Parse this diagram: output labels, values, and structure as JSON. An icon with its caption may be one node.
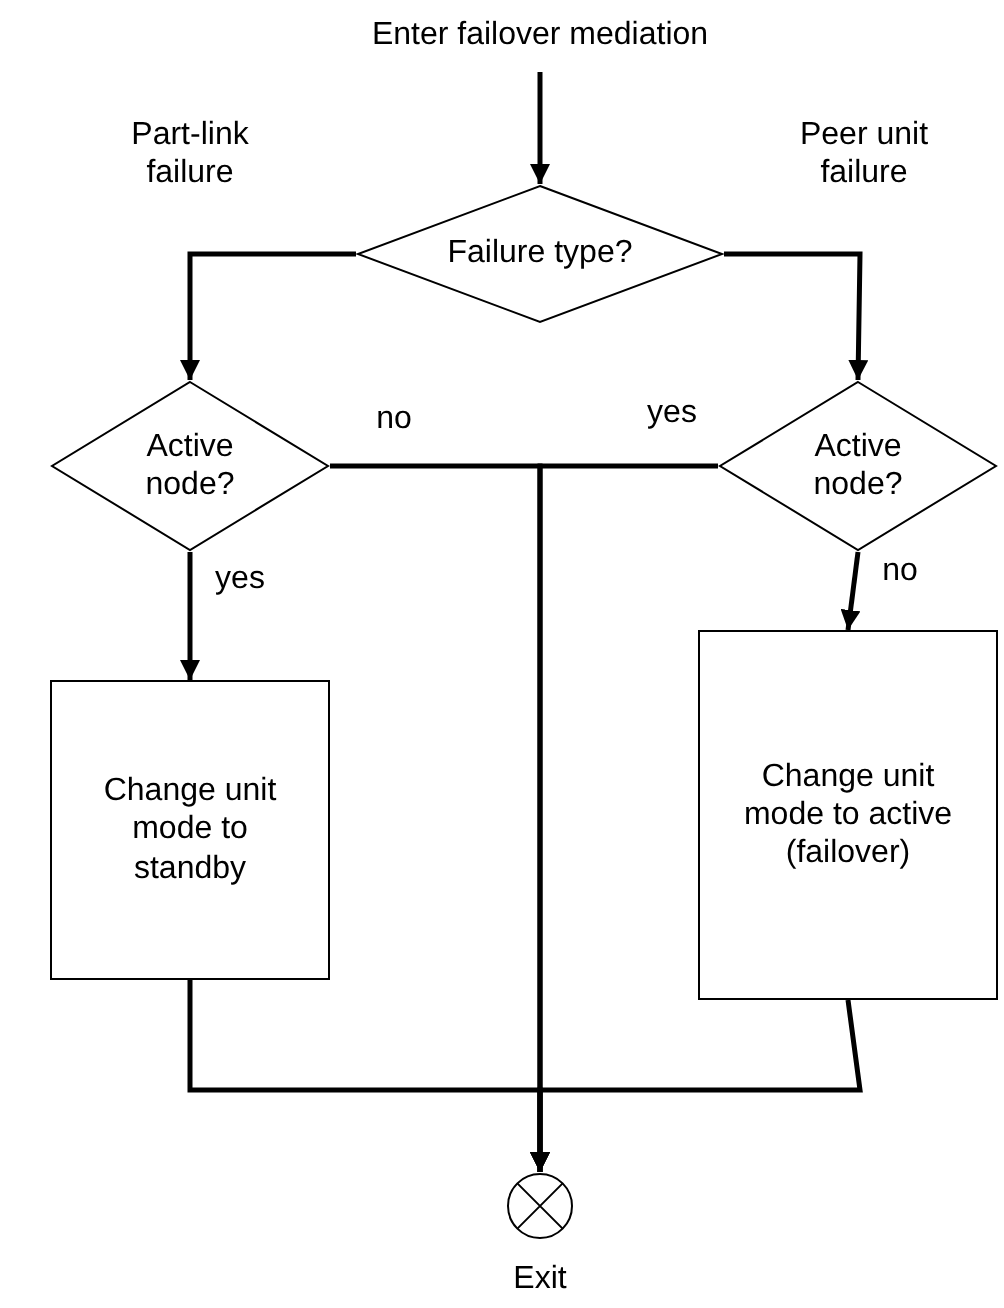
{
  "diagram": {
    "nodes": [
      {
        "text": [
          "Enter failover mediation"
        ]
      },
      {
        "text": [
          "Failure type?"
        ]
      },
      {
        "text": [
          "Active node?"
        ]
      },
      {
        "text": [
          "Active node?"
        ]
      },
      {
        "text": [
          "Change unit mode to standby"
        ]
      },
      {
        "text": [
          "Change unit mode to active (failover)"
        ]
      },
      {
        "text": [],
        "shape": "circle",
        "beside": [
          "Exit"
        ]
      }
    ],
    "edges": [
      {
        "from": 0,
        "to": 1,
        "arrow": "to"
      },
      {
        "from": 1,
        "to": 2,
        "arrow": "to",
        "label": "Part-link failure"
      },
      {
        "from": 1,
        "to": 3,
        "arrow": "to",
        "label": "Peer unit failure"
      },
      {
        "from": 2,
        "to": 6,
        "arrow": "to",
        "label": "no"
      },
      {
        "from": 3,
        "to": 6,
        "arrow": "to",
        "label": "yes"
      },
      {
        "from": 2,
        "to": 4,
        "arrow": "to",
        "label": "yes"
      },
      {
        "from": 3,
        "to": 5,
        "arrow": "to",
        "label": "no"
      },
      {
        "from": 4,
        "to": 6,
        "arrow": "to"
      },
      {
        "from": 5,
        "to": 6,
        "arrow": "to"
      }
    ]
  }
}
